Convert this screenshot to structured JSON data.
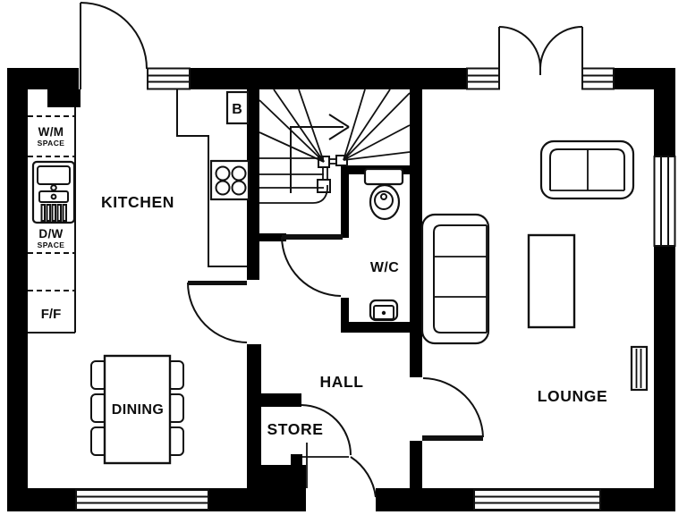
{
  "floor_plan": {
    "rooms": {
      "kitchen": "KITCHEN",
      "dining": "DINING",
      "hall": "HALL",
      "store": "STORE",
      "wc": "W/C",
      "lounge": "LOUNGE"
    },
    "labels": {
      "boiler": "B",
      "washing_machine": "W/M",
      "washing_machine_sub": "SPACE",
      "dishwasher": "D/W",
      "dishwasher_sub": "SPACE",
      "fridge_freezer": "F/F"
    },
    "colors": {
      "walls": "#000000",
      "floor": "#ffffff",
      "lines": "#111111"
    },
    "symbols": [
      "staircase-with-up-arrow",
      "toilet",
      "basin",
      "sink-with-drainer",
      "hob-4-ring",
      "dining-table-with-6-chairs",
      "sofa-3-seat",
      "sofa-2-seat",
      "coffee-table",
      "radiator",
      "window-symbols",
      "door-swing-arcs"
    ]
  }
}
